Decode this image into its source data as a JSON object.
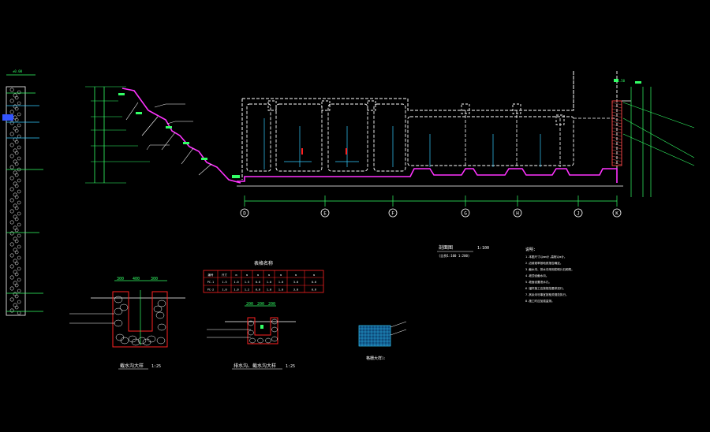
{
  "colors": {
    "background": "#000000",
    "structure": "#ffffff",
    "dim": "#33ff66",
    "magenta": "#ff33ff",
    "red": "#ff2222",
    "cyan": "#33ccff",
    "blue": "#3355ff",
    "yellow": "#ffff33"
  },
  "axis_labels": [
    "D",
    "E",
    "F",
    "G",
    "H",
    "J",
    "K"
  ],
  "title_table": "表格名称",
  "table": {
    "header": [
      "编号",
      "尺寸",
      "m",
      "m",
      "m",
      "m",
      "m",
      "m",
      "m"
    ],
    "rows": [
      [
        "PC-1",
        "1.5",
        "1.0",
        "1.5",
        "0.6",
        "1.0",
        "1.0",
        "3.0",
        "0.6"
      ],
      [
        "PC-2",
        "1.0",
        "1.0",
        "1.2",
        "0.6",
        "1.0",
        "1.0",
        "3.0",
        "0.6"
      ]
    ]
  },
  "section_title": "剖面图",
  "section_scale": "1:100",
  "section_subtitle": "(比例1:100 1:200)",
  "detail1": {
    "title": "截水沟大样",
    "scale": "1:25",
    "dims": [
      "300",
      "400",
      "300"
    ]
  },
  "detail2": {
    "title": "排水沟、截水沟大样",
    "scale": "1:25",
    "dims": [
      "200",
      "200",
      "200"
    ]
  },
  "detail3": {
    "title": "格栅大样",
    "scale": "1:"
  },
  "notes_title": "说明:",
  "notes": [
    "1.本图尺寸以mm计,高程以m计。",
    "2.边坡坡率按地质报告确定。",
    "3.截水沟、排水沟采用浆砌片石砌筑。",
    "4.坡顶设截水沟。",
    "5.坡面设置泄水孔。",
    "6.锚杆施工应按规范要求进行。",
    "7.其余未尽事宜按相关规范执行。",
    "8.施工时应加强监测。"
  ],
  "elevations": {
    "left": "±0.00",
    "right": "+1.50"
  }
}
